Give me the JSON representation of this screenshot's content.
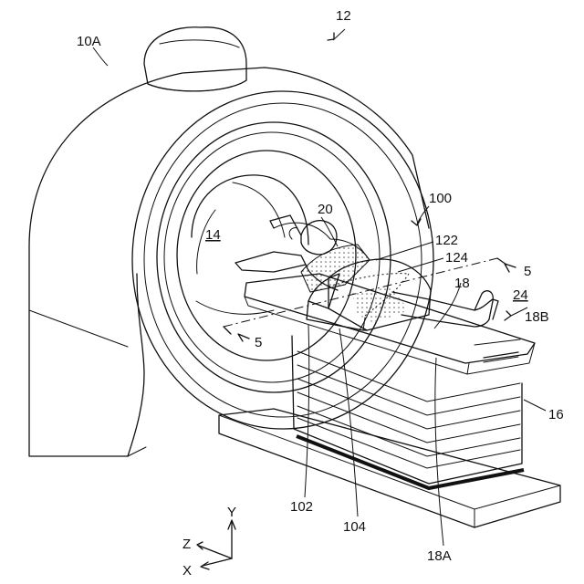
{
  "labels": {
    "gantry": "10A",
    "ct_apparatus": "12",
    "bore": "14",
    "subject": "20",
    "cover_assembly": "100",
    "cover_top": "122",
    "cover_edge": "124",
    "couch_top": "18",
    "couch_end_marker": "24",
    "couch_end": "18B",
    "couch_base": "16",
    "cover_left": "102",
    "cover_right": "104",
    "couch_side": "18A",
    "section_line_right": "5",
    "section_line_left": "5"
  },
  "axes": {
    "y": "Y",
    "z": "Z",
    "x": "X"
  },
  "colors": {
    "line": "#111111",
    "background": "#ffffff",
    "dot": "#555555"
  }
}
